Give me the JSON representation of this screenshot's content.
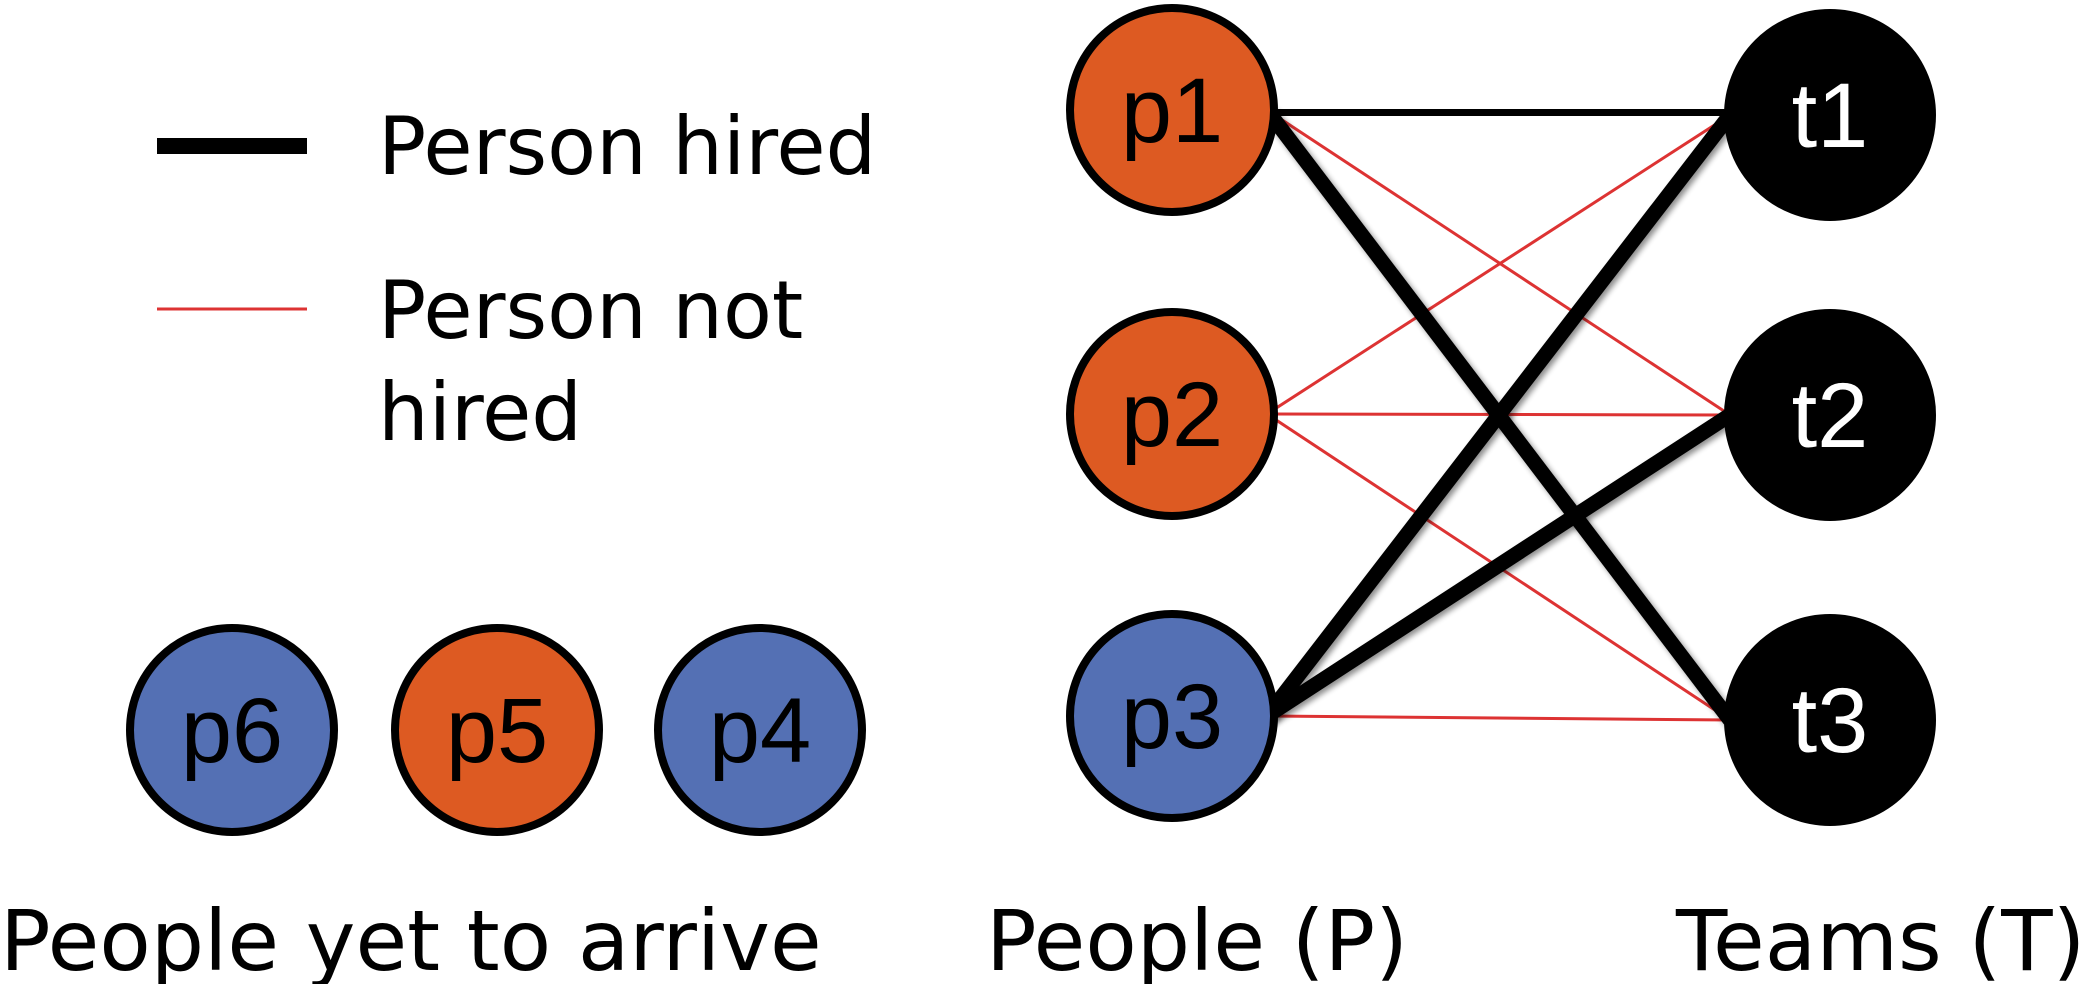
{
  "legend": {
    "hired_label": "Person hired",
    "not_hired_line1": "Person not",
    "not_hired_line2": "hired"
  },
  "colors": {
    "orange": "#dd5a22",
    "blue": "#5470b4",
    "black": "#000000",
    "red_edge": "#dd3333",
    "outline": "#000000"
  },
  "people": [
    {
      "id": "p1",
      "label": "p1",
      "color": "orange"
    },
    {
      "id": "p2",
      "label": "p2",
      "color": "orange"
    },
    {
      "id": "p3",
      "label": "p3",
      "color": "blue"
    }
  ],
  "teams": [
    {
      "id": "t1",
      "label": "t1"
    },
    {
      "id": "t2",
      "label": "t2"
    },
    {
      "id": "t3",
      "label": "t3"
    }
  ],
  "waiting": [
    {
      "id": "p6",
      "label": "p6",
      "color": "blue"
    },
    {
      "id": "p5",
      "label": "p5",
      "color": "orange"
    },
    {
      "id": "p4",
      "label": "p4",
      "color": "blue"
    }
  ],
  "edges": [
    {
      "from": "p1",
      "to": "t1",
      "type": "hired"
    },
    {
      "from": "p1",
      "to": "t3",
      "type": "hired"
    },
    {
      "from": "p3",
      "to": "t1",
      "type": "hired"
    },
    {
      "from": "p3",
      "to": "t2",
      "type": "hired"
    },
    {
      "from": "p1",
      "to": "t2",
      "type": "not_hired"
    },
    {
      "from": "p2",
      "to": "t1",
      "type": "not_hired"
    },
    {
      "from": "p2",
      "to": "t2",
      "type": "not_hired"
    },
    {
      "from": "p2",
      "to": "t3",
      "type": "not_hired"
    },
    {
      "from": "p3",
      "to": "t3",
      "type": "not_hired"
    }
  ],
  "captions": {
    "waiting": "People yet to arrive",
    "people": "People (P)",
    "teams": "Teams (T)"
  }
}
